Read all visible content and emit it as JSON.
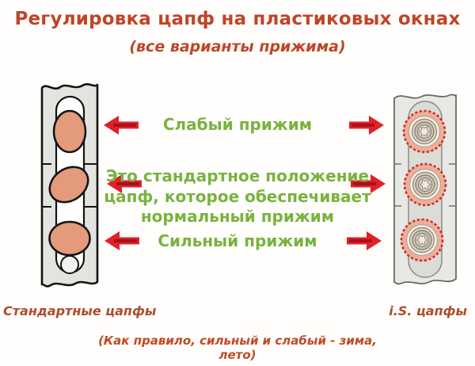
{
  "title": {
    "main": "Регулировка цапф на пластиковых окнах",
    "sub": "(все варианты прижима)"
  },
  "labels": {
    "weak": "Слабый прижим",
    "normal": "Это стандартное положение\nцапф, которое обеспечивает\nнормальный прижим",
    "strong": "Сильный прижим"
  },
  "captions": {
    "left": "Стандартные цапфы",
    "right": "i.S. цапфы",
    "footnote": "(Как правило, сильный и слабый - зима, лето)"
  },
  "icons": {
    "left_pointer": "arrow-left-icon",
    "right_pointer": "arrow-right-icon",
    "left_diagram": "standard-pin-strip",
    "right_diagram": "is-pin-strip"
  },
  "colors": {
    "title": "#bf4526",
    "green": "#79b33e",
    "arrow": "#e02129",
    "arrow_dark": "#a8101e",
    "pin_fill": "#e49a7c",
    "caption": "#ad4d2b",
    "footnote": "#c04a26"
  }
}
